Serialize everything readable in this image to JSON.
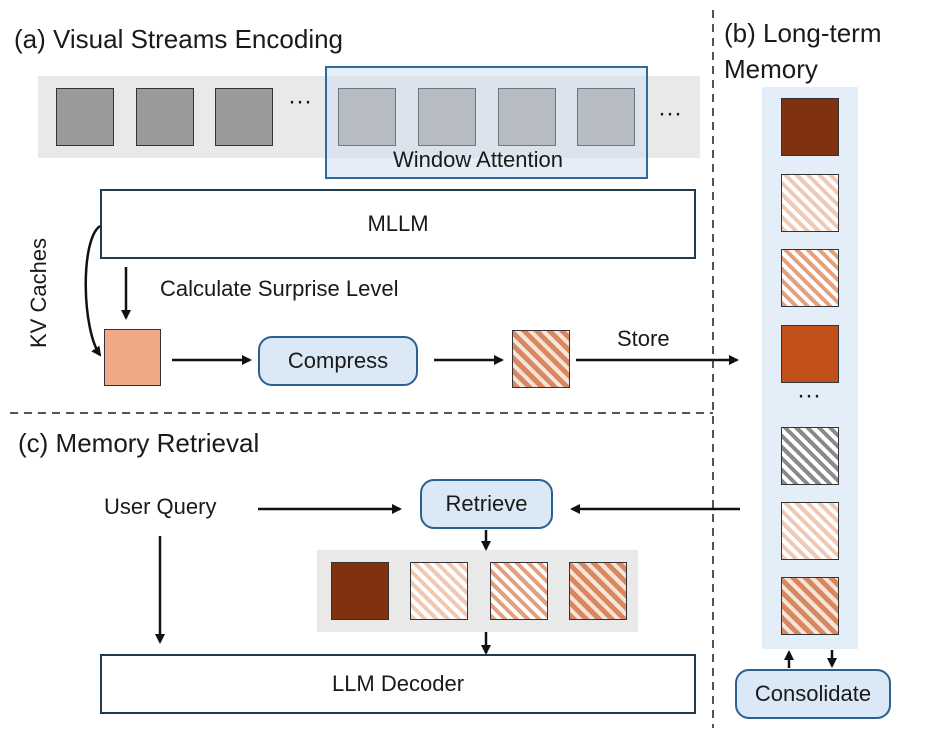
{
  "sections": {
    "a_title": "(a) Visual Streams Encoding",
    "b_title_line1": "(b) Long-term",
    "b_title_line2": "Memory",
    "c_title": "(c) Memory Retrieval"
  },
  "encoding": {
    "ellipsis_1": "···",
    "ellipsis_2": "···",
    "window_label": "Window Attention",
    "mllm_label": "MLLM",
    "kv_caches_label": "KV Caches",
    "surprise_label": "Calculate Surprise Level",
    "compress_label": "Compress",
    "store_label": "Store"
  },
  "memory": {
    "ellipsis": "···",
    "consolidate_label": "Consolidate"
  },
  "retrieval": {
    "user_query_label": "User Query",
    "retrieve_label": "Retrieve",
    "decoder_label": "LLM Decoder"
  },
  "colors": {
    "dark_brown": "#7f3110",
    "orange": "#c1501a",
    "peach": "#f0a987",
    "window_border": "#2e6a9e",
    "pill_fill": "#dbe8f6"
  }
}
